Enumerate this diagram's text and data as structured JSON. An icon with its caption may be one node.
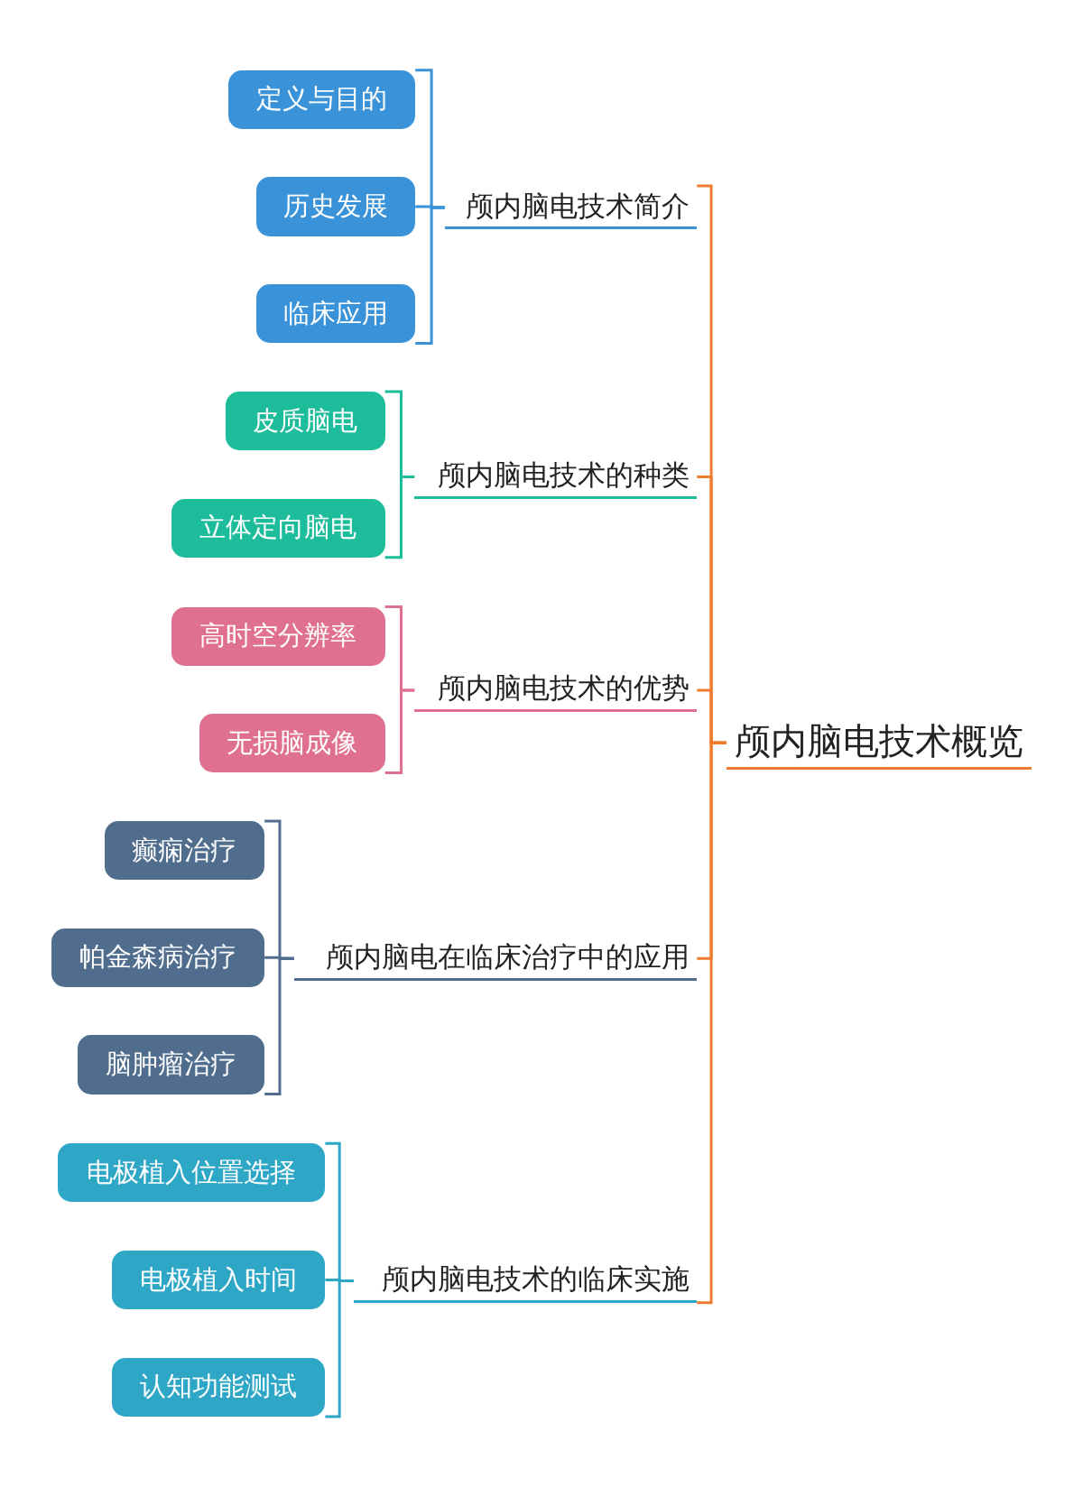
{
  "diagram": {
    "nodes": [
      {
        "text": [
          "颅内脑电技术概览"
        ]
      },
      {
        "text": [
          "颅内脑电技术简介"
        ]
      },
      {
        "text": [
          "定义与目的"
        ]
      },
      {
        "text": [
          "历史发展"
        ]
      },
      {
        "text": [
          "临床应用"
        ]
      },
      {
        "text": [
          "颅内脑电技术的种类"
        ]
      },
      {
        "text": [
          "皮质脑电"
        ]
      },
      {
        "text": [
          "立体定向脑电"
        ]
      },
      {
        "text": [
          "颅内脑电技术的优势"
        ]
      },
      {
        "text": [
          "高时空分辨率"
        ]
      },
      {
        "text": [
          "无损脑成像"
        ]
      },
      {
        "text": [
          "颅内脑电在临床治疗中的应用"
        ]
      },
      {
        "text": [
          "癫痫治疗"
        ]
      },
      {
        "text": [
          "帕金森病治疗"
        ]
      },
      {
        "text": [
          "脑肿瘤治疗"
        ]
      },
      {
        "text": [
          "颅内脑电技术的临床实施"
        ]
      },
      {
        "text": [
          "电极植入位置选择"
        ]
      },
      {
        "text": [
          "电极植入时间"
        ]
      },
      {
        "text": [
          "认知功能测试"
        ]
      }
    ],
    "edges": [
      {
        "from": 0,
        "to": 1,
        "arrow": "none",
        "color": "#ef7b2d"
      },
      {
        "from": 0,
        "to": 5,
        "arrow": "none",
        "color": "#ef7b2d"
      },
      {
        "from": 0,
        "to": 8,
        "arrow": "none",
        "color": "#ef7b2d"
      },
      {
        "from": 0,
        "to": 11,
        "arrow": "none",
        "color": "#ef7b2d"
      },
      {
        "from": 0,
        "to": 15,
        "arrow": "none",
        "color": "#ef7b2d"
      },
      {
        "from": 1,
        "to": 2,
        "arrow": "none",
        "color": "#3a93d8"
      },
      {
        "from": 1,
        "to": 3,
        "arrow": "none",
        "color": "#3a93d8"
      },
      {
        "from": 1,
        "to": 4,
        "arrow": "none",
        "color": "#3a93d8"
      },
      {
        "from": 5,
        "to": 6,
        "arrow": "none",
        "color": "#1dbc9b"
      },
      {
        "from": 5,
        "to": 7,
        "arrow": "none",
        "color": "#1dbc9b"
      },
      {
        "from": 8,
        "to": 9,
        "arrow": "none",
        "color": "#e0708f"
      },
      {
        "from": 8,
        "to": 10,
        "arrow": "none",
        "color": "#e0708f"
      },
      {
        "from": 11,
        "to": 12,
        "arrow": "none",
        "color": "#516d8e"
      },
      {
        "from": 11,
        "to": 13,
        "arrow": "none",
        "color": "#516d8e"
      },
      {
        "from": 11,
        "to": 14,
        "arrow": "none",
        "color": "#516d8e"
      },
      {
        "from": 15,
        "to": 16,
        "arrow": "none",
        "color": "#2ea6c6"
      },
      {
        "from": 15,
        "to": 17,
        "arrow": "none",
        "color": "#2ea6c6"
      },
      {
        "from": 15,
        "to": 18,
        "arrow": "none",
        "color": "#2ea6c6"
      }
    ]
  }
}
